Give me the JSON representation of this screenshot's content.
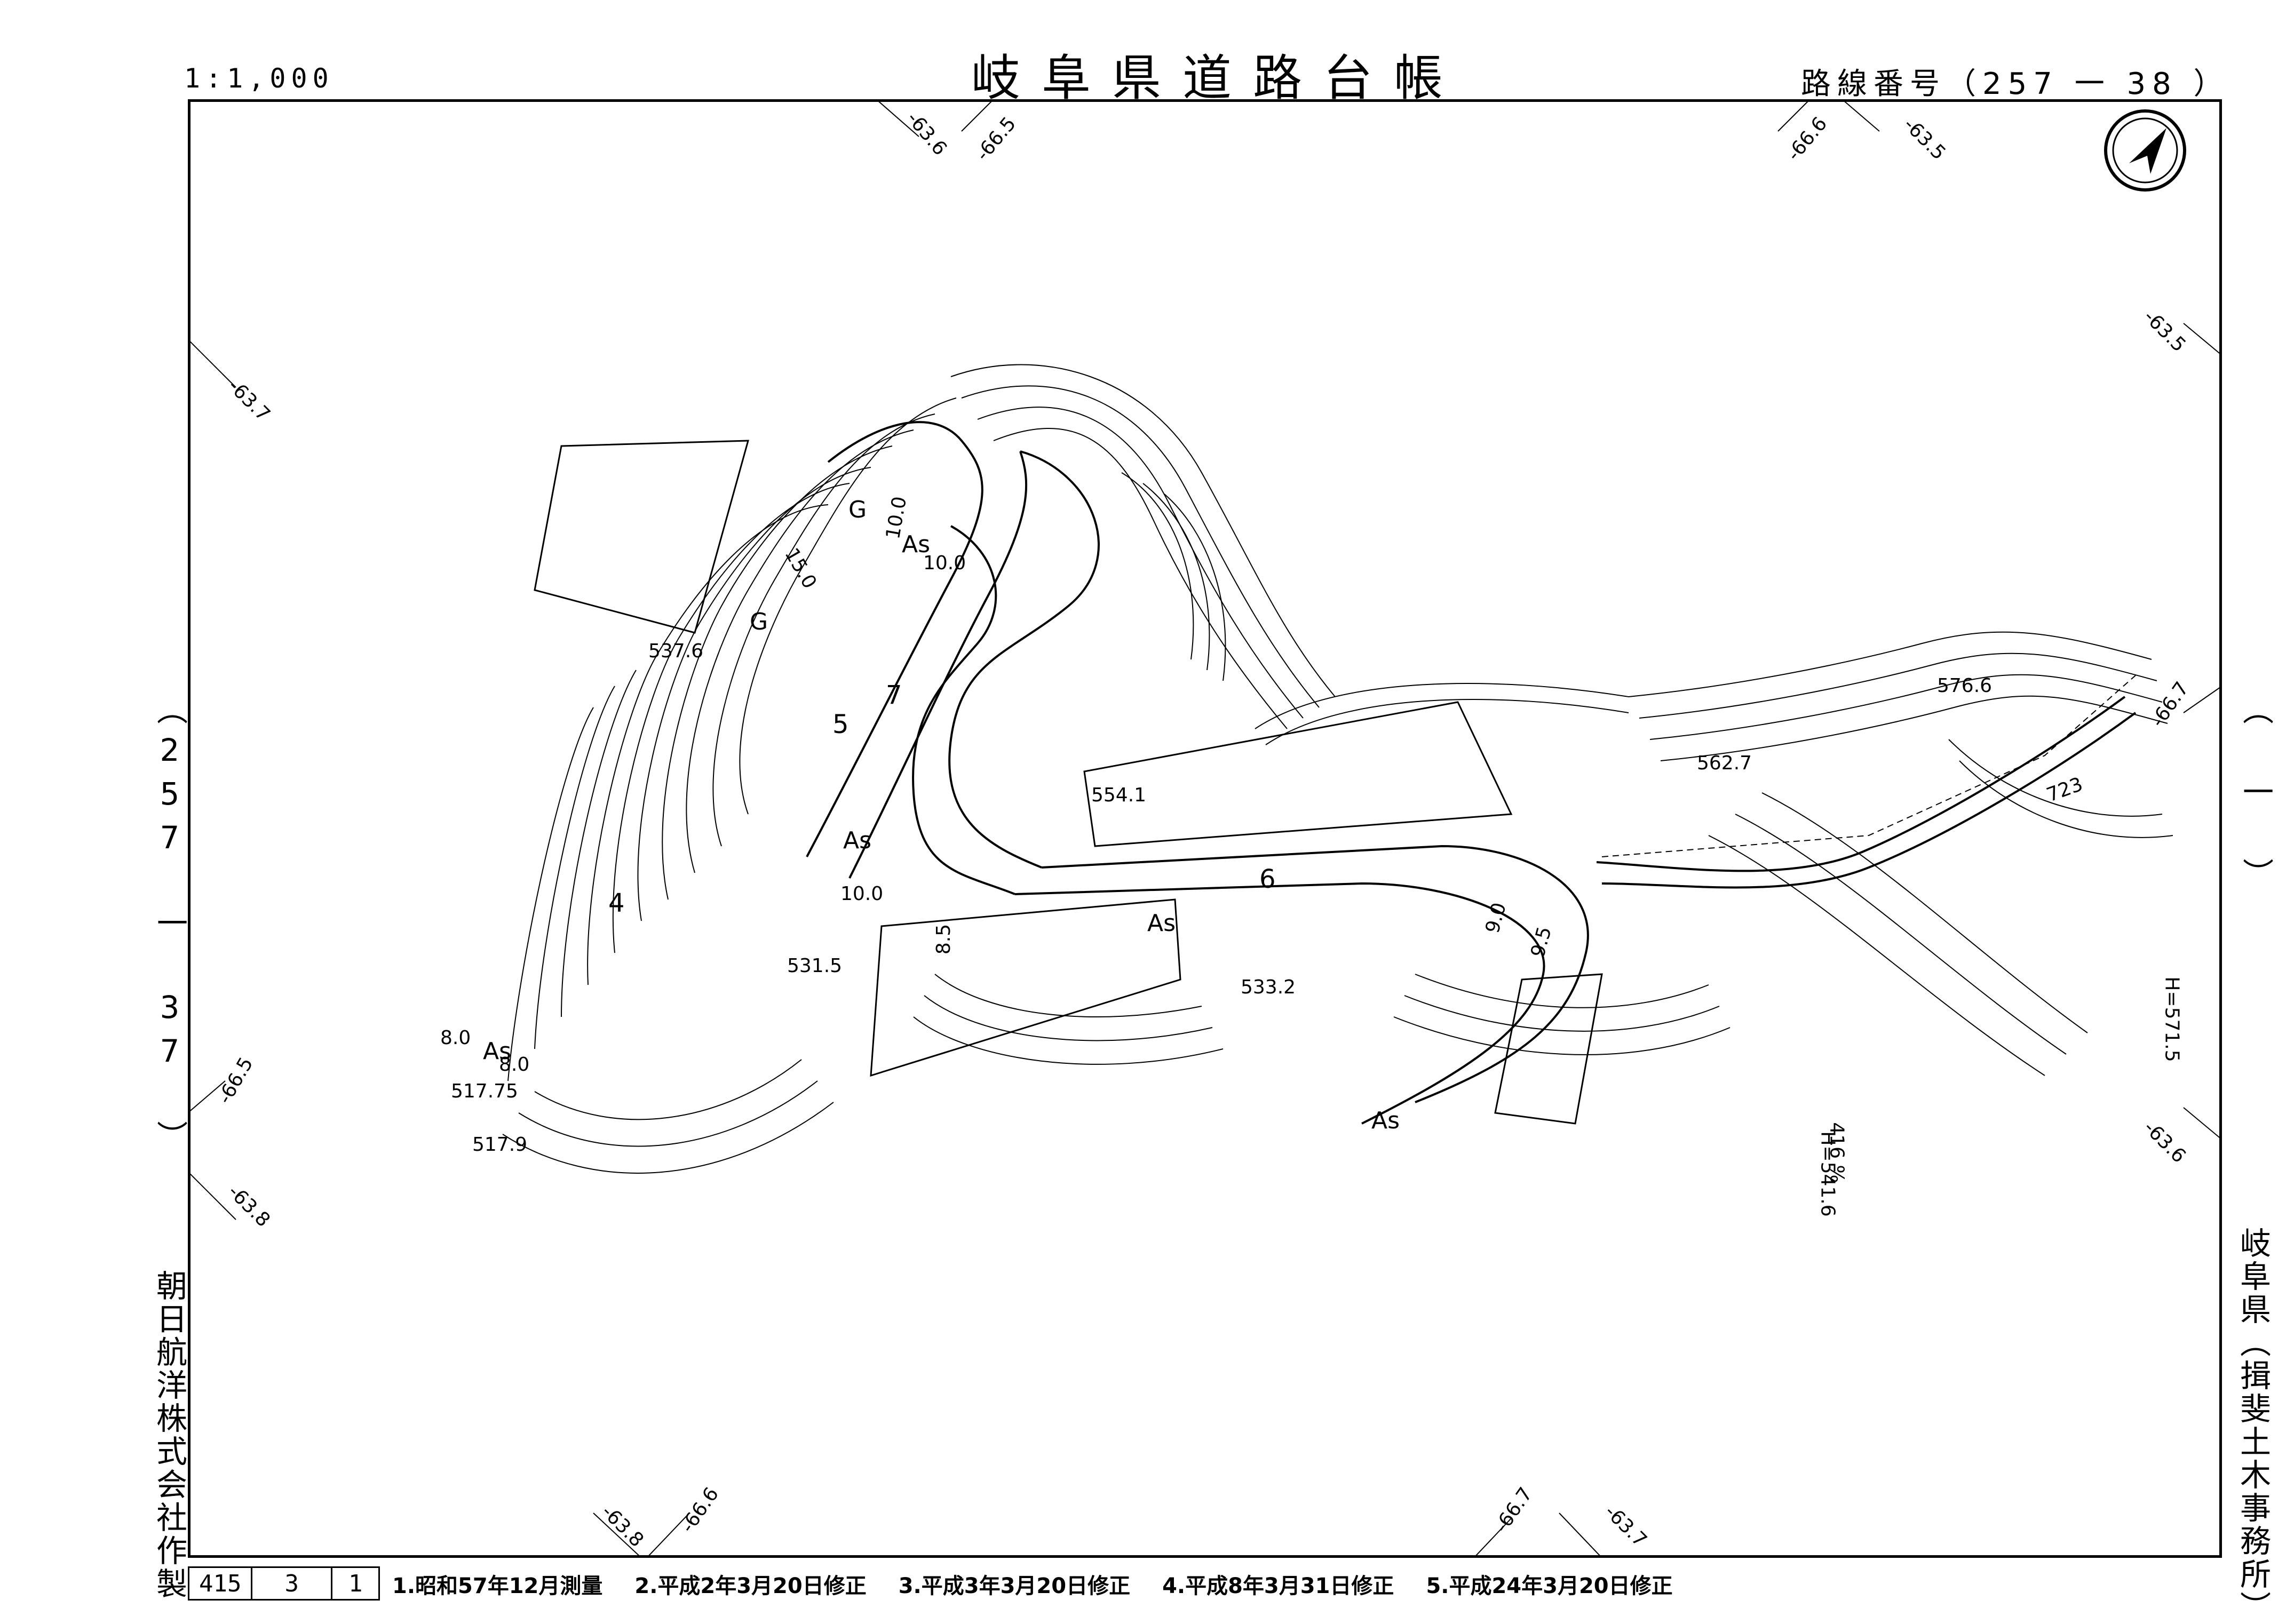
{
  "header": {
    "scale": "1:1,000",
    "title": "岐阜県道路台帳",
    "route_top": "路線番号（257 一 38 ）"
  },
  "side": {
    "route_left": "（257 一 37 ）",
    "route_right": "（ 一 ）",
    "maker": "朝日航洋株式会社作製",
    "office": "岐阜県（揖斐土木事務所）"
  },
  "footer": {
    "sheet": [
      "415",
      "3",
      "1"
    ],
    "notes": [
      "1.昭和57年12月測量",
      "2.平成2年3月20日修正",
      "3.平成3年3月20日修正",
      "4.平成8年3月31日修正",
      "5.平成24年3月20日修正"
    ]
  },
  "grid_ticks": {
    "top": [
      "-63.6",
      "-66.5",
      "-66.6",
      "-63.5"
    ],
    "right": [
      "-63.5",
      "-66.7",
      "-63.6"
    ],
    "left": [
      "-63.7",
      "-66.5",
      "-63.8"
    ],
    "bottom": [
      "-63.8",
      "-66.6",
      "-66.7",
      "-63.7"
    ]
  },
  "map_labels": {
    "elevations": [
      "537.6",
      "554.1",
      "531.5",
      "533.2",
      "562.7",
      "576.6",
      "517.75",
      "517.9"
    ],
    "surface": [
      "G",
      "G",
      "As",
      "As",
      "As",
      "As",
      "As"
    ],
    "widths": [
      "10.0",
      "15.0",
      "10.0",
      "10.0",
      "8.5",
      "9.0",
      "9.5",
      "8.0",
      "8.0"
    ],
    "stations": [
      "4",
      "5",
      "6",
      "7",
      "723"
    ],
    "height_marks": [
      "H=571.5",
      "H=541.6",
      "416 %"
    ]
  },
  "icons": {
    "north_arrow": "north-arrow-icon"
  },
  "colors": {
    "ink": "#000000",
    "paper": "#ffffff"
  }
}
